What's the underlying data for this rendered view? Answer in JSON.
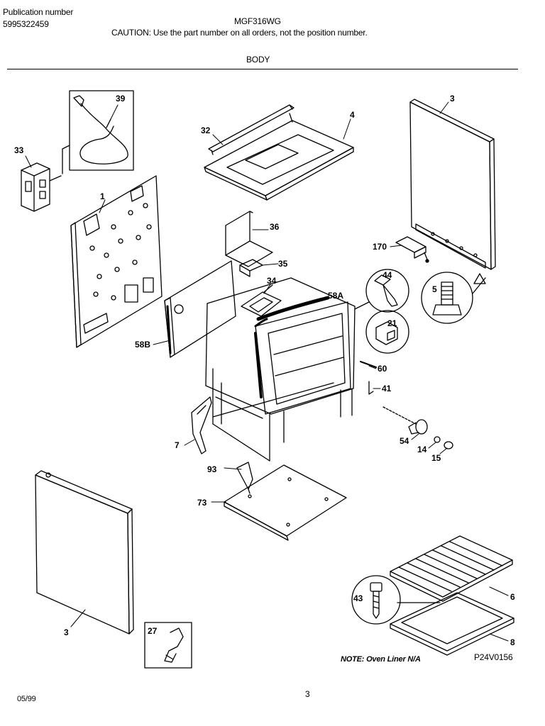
{
  "header": {
    "publication_label": "Publication number",
    "publication_number": "5995322459",
    "model": "MGF316WG",
    "caution": "CAUTION:  Use the part number on all orders, not the position number.",
    "section": "BODY"
  },
  "parts": {
    "p39": "39",
    "p33": "33",
    "p32": "32",
    "p4": "4",
    "p3_top": "3",
    "p1": "1",
    "p36": "36",
    "p35": "35",
    "p170": "170",
    "p34": "34",
    "p58A": "58A",
    "p44": "44",
    "p5": "5",
    "p21": "21",
    "p58B": "58B",
    "p60": "60",
    "p41": "41",
    "p7": "7",
    "p54": "54",
    "p14": "14",
    "p15": "15",
    "p93": "93",
    "p73": "73",
    "p3_bottom": "3",
    "p6": "6",
    "p43": "43",
    "p8": "8",
    "p27": "27"
  },
  "footer": {
    "note": "NOTE: Oven Liner N/A",
    "diagram_code": "P24V0156",
    "date": "05/99",
    "page": "3"
  }
}
